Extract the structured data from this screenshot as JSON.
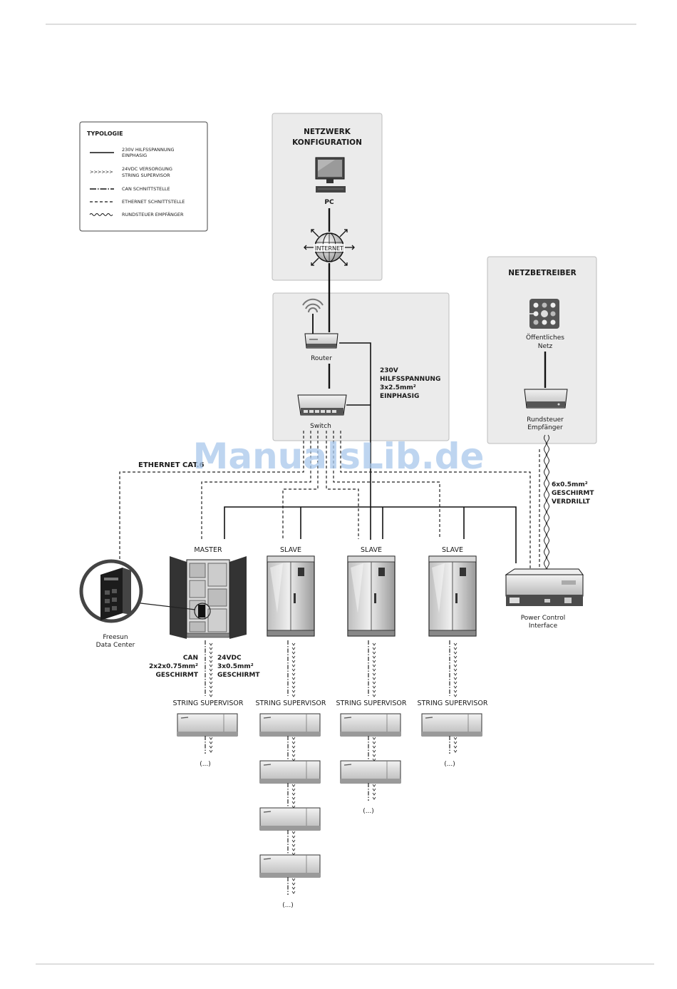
{
  "legend": {
    "title": "TYPOLOGIE",
    "items": [
      {
        "style": "solid",
        "text": [
          "230V HILFSSPANNUNG",
          "EINPHASIG"
        ]
      },
      {
        "style": "arrows",
        "text": [
          "24VDC VERSORGUNG",
          "STRING SUPERVISOR"
        ]
      },
      {
        "style": "dashdot",
        "text": [
          "CAN SCHNITTSTELLE"
        ]
      },
      {
        "style": "dashed",
        "text": [
          "ETHERNET SCHNITTSTELLE"
        ]
      },
      {
        "style": "wavy",
        "text": [
          "RUNDSTEUER EMPFÄNGER"
        ]
      }
    ]
  },
  "netzwerk": {
    "title_line1": "NETZWERK",
    "title_line2": "KONFIGURATION",
    "pc_label": "PC",
    "internet_label": "INTERNET"
  },
  "network_box": {
    "router_label": "Router",
    "switch_label": "Switch",
    "power_note": [
      "230V",
      "HILFSSPANNUNG",
      "3x2.5mm²",
      "EINPHASIG"
    ]
  },
  "netzbetreiber": {
    "title": "NETZBETREIBER",
    "grid_label_line1": "Öffentliches",
    "grid_label_line2": "Netz",
    "receiver_label_line1": "Rundsteuer",
    "receiver_label_line2": "Empfänger",
    "cable_note": [
      "6x0.5mm²",
      "GESCHIRMT",
      "VERDRILLT"
    ]
  },
  "ethernet_label": "ETHERNET CAT.6",
  "cabinets": [
    {
      "label": "MASTER"
    },
    {
      "label": "SLAVE"
    },
    {
      "label": "SLAVE"
    },
    {
      "label": "SLAVE"
    }
  ],
  "data_center_label": [
    "Freesun",
    "Data Center"
  ],
  "pci_label": [
    "Power Control",
    "Interface"
  ],
  "can_note": [
    "CAN",
    "2x2x0.75mm²",
    "GESCHIRMT"
  ],
  "vdc_note": [
    "24VDC",
    "3x0.5mm²",
    "GESCHIRMT"
  ],
  "string_supervisor_label": "STRING SUPERVISOR",
  "supervisor_columns": [
    {
      "count": 1
    },
    {
      "count": 4
    },
    {
      "count": 2
    },
    {
      "count": 1
    }
  ],
  "ellipsis": "(...)",
  "watermark": "ManualsLib.de",
  "colors": {
    "panel_fill": "#ebebeb",
    "panel_stroke": "#bdbdbd",
    "line": "#1a1a1a",
    "cabinet_dark": "#3a3a3a",
    "watermark": "#a9c8ec"
  }
}
